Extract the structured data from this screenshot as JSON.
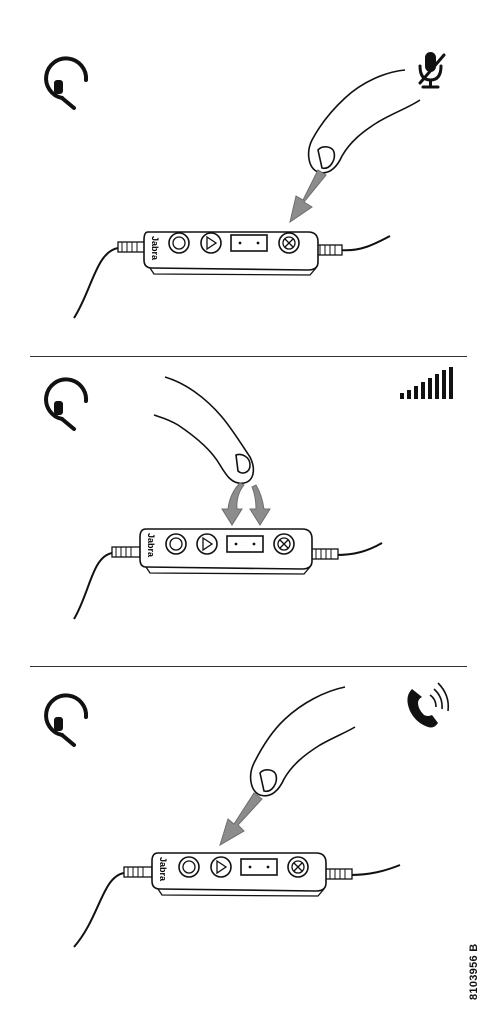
{
  "panels": [
    {
      "id": "mute",
      "status_icon": "mic-muted-icon",
      "gesture": "press",
      "target_button": "mute-button"
    },
    {
      "id": "volume",
      "status_icon": "volume-bars-icon",
      "gesture": "press-up-down",
      "target_button": "volume-rocker"
    },
    {
      "id": "call",
      "status_icon": "ringing-phone-icon",
      "gesture": "press",
      "target_button": "answer-end-button"
    }
  ],
  "device": {
    "brand_label": "Jabra"
  },
  "footer": {
    "document_code": "8103956 B"
  },
  "colors": {
    "line": "#111111",
    "arrow_fill": "#8c8c8c",
    "arrow_stroke": "#6e6e6e"
  }
}
